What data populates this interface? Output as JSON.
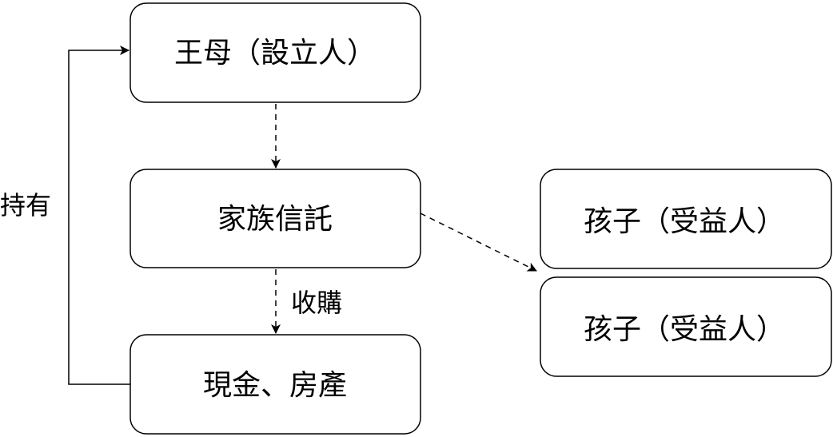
{
  "nodes": {
    "settlor": "王母（設立人）",
    "trust": "家族信託",
    "assets": "現金、房產",
    "beneficiary_1": "孩子（受益人）",
    "beneficiary_2": "孩子（受益人）"
  },
  "edges": {
    "hold_label": "持有",
    "acquire_label": "收購"
  },
  "colors": {
    "stroke": "#000000",
    "background": "#ffffff"
  }
}
